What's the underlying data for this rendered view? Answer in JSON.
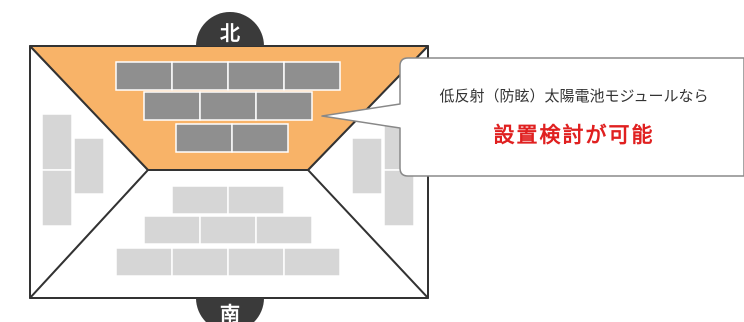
{
  "compass": {
    "north": "北",
    "south": "南"
  },
  "callout": {
    "line1": "低反射（防眩）太陽電池モジュールなら",
    "line2": "設置検討が可能"
  },
  "colors": {
    "north_face": "#f8b368",
    "outline": "#333333",
    "panel_dark": "#8f8f8f",
    "panel_light": "#d6d6d6",
    "accent_text": "#e02020",
    "badge": "#3a3a3a"
  }
}
